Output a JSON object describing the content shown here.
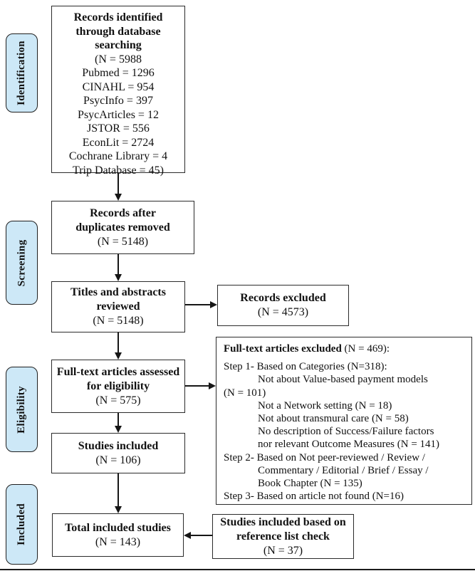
{
  "stages": [
    {
      "label": "Identification"
    },
    {
      "label": "Screening"
    },
    {
      "label": "Eligibility"
    },
    {
      "label": "Included"
    }
  ],
  "boxes": {
    "identified": {
      "title": "Records identified through database searching",
      "lines": [
        "(N = 5988",
        "Pubmed = 1296",
        "CINAHL = 954",
        "PsycInfo = 397",
        "PsycArticles = 12",
        "JSTOR = 556",
        "EconLit = 2724",
        "Cochrane Library = 4",
        "Trip Database = 45)"
      ]
    },
    "duplicates_removed": {
      "title": "Records after duplicates removed",
      "count": "(N = 5148)"
    },
    "titles_reviewed": {
      "title": "Titles and abstracts reviewed",
      "count": "(N = 5148)"
    },
    "records_excluded": {
      "title": "Records excluded",
      "count": "(N = 4573)"
    },
    "fulltext_assessed": {
      "title": "Full-text articles assessed for eligibility",
      "count": "(N = 575)"
    },
    "fulltext_excluded": {
      "heading_bold": "Full-text articles excluded",
      "heading_rest": " (N = 469):",
      "lines": [
        "Step 1- Based on Categories (N=318):",
        "Not about Value-based payment models",
        "(N = 101)",
        "Not a Network setting (N = 18)",
        "Not about transmural care (N = 58)",
        "No description of Success/Failure factors",
        "nor relevant Outcome Measures (N = 141)",
        "Step 2- Based on Not peer-reviewed / Review /",
        "Commentary / Editorial / Brief / Essay /",
        "Book Chapter (N = 135)",
        "Step 3- Based on article not found (N=16)"
      ]
    },
    "studies_included": {
      "title": "Studies included",
      "count": "(N = 106)"
    },
    "total_included": {
      "title": "Total included studies",
      "count": "(N = 143)"
    },
    "reference_check": {
      "title": "Studies included based on reference list check",
      "count": "(N = 37)"
    }
  },
  "colors": {
    "stage_fill": "#cde8f7",
    "box_border": "#2b2b2b",
    "text": "#111111"
  }
}
